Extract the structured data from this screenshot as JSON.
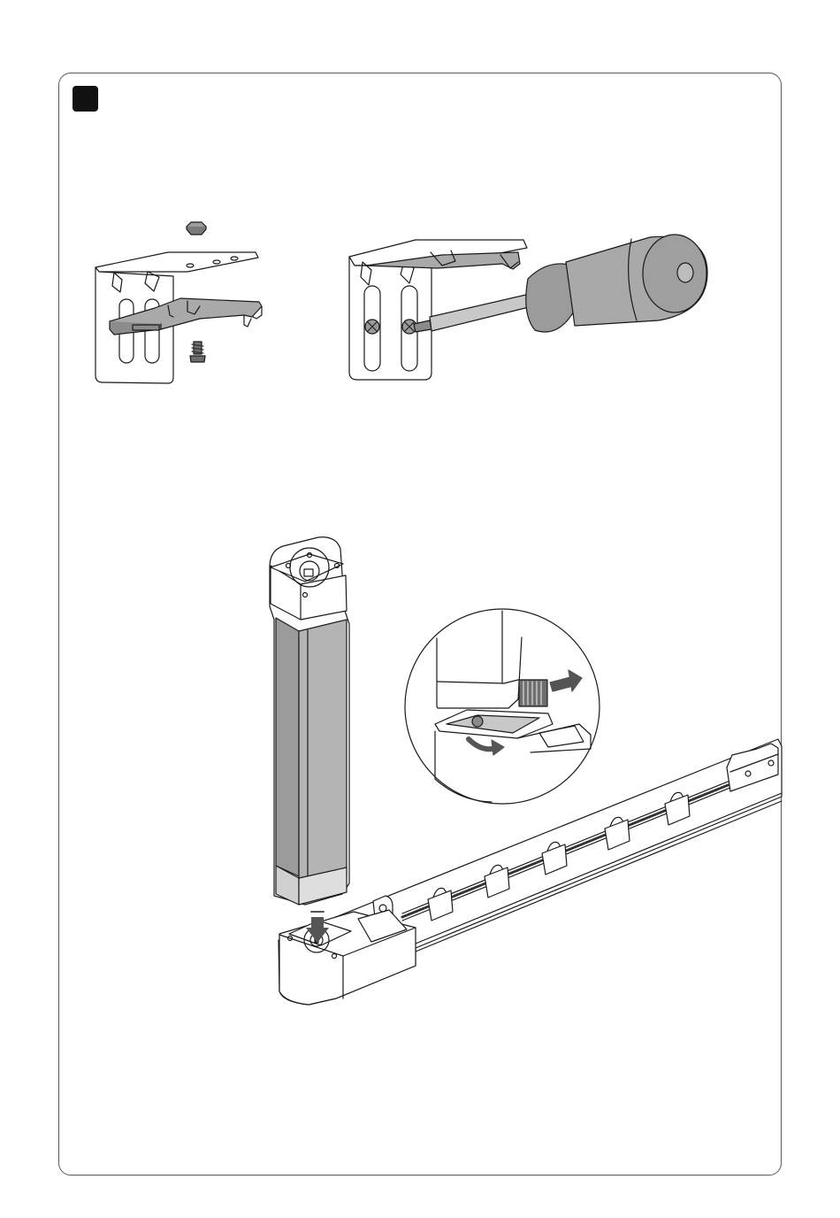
{
  "page": {
    "step_number": "",
    "colors": {
      "outline": "#1a1a1a",
      "part_fill": "#ffffff",
      "shade": "#a9a9a9",
      "dark_shade": "#6e6e6e",
      "arrow": "#555555"
    }
  },
  "panels": [
    {
      "name": "bracket-assembly",
      "icons": [
        "hex-nut-icon",
        "bracket-icon",
        "clip-icon",
        "screw-icon"
      ]
    },
    {
      "name": "bracket-tightening",
      "icons": [
        "bracket-icon",
        "screwdriver-icon",
        "screw-icon"
      ]
    },
    {
      "name": "motor-mounting",
      "icons": [
        "motor-icon",
        "curtain-track-icon",
        "glider-icon",
        "push-arrow-icon",
        "rotate-arrow-icon",
        "latch-slide-arrow-icon"
      ]
    }
  ]
}
